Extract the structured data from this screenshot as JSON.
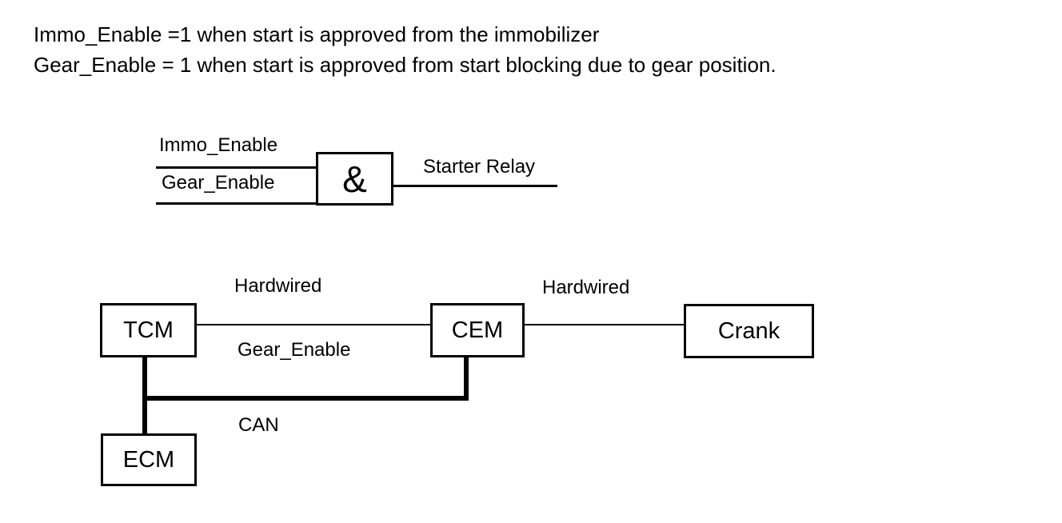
{
  "header": {
    "line1": "Immo_Enable =1 when start is approved from the immobilizer",
    "line2": "Gear_Enable = 1 when start is approved from start blocking due to gear position."
  },
  "gate": {
    "input1_label": "Immo_Enable",
    "input2_label": "Gear_Enable",
    "symbol": "&",
    "output_label": "Starter Relay"
  },
  "network": {
    "nodes": {
      "tcm": "TCM",
      "cem": "CEM",
      "crank": "Crank",
      "ecm": "ECM"
    },
    "links": {
      "tcm_cem_type": "Hardwired",
      "tcm_cem_signal": "Gear_Enable",
      "cem_crank_type": "Hardwired",
      "bus_label": "CAN"
    }
  },
  "colors": {
    "ink": "#000000",
    "background": "#ffffff"
  }
}
